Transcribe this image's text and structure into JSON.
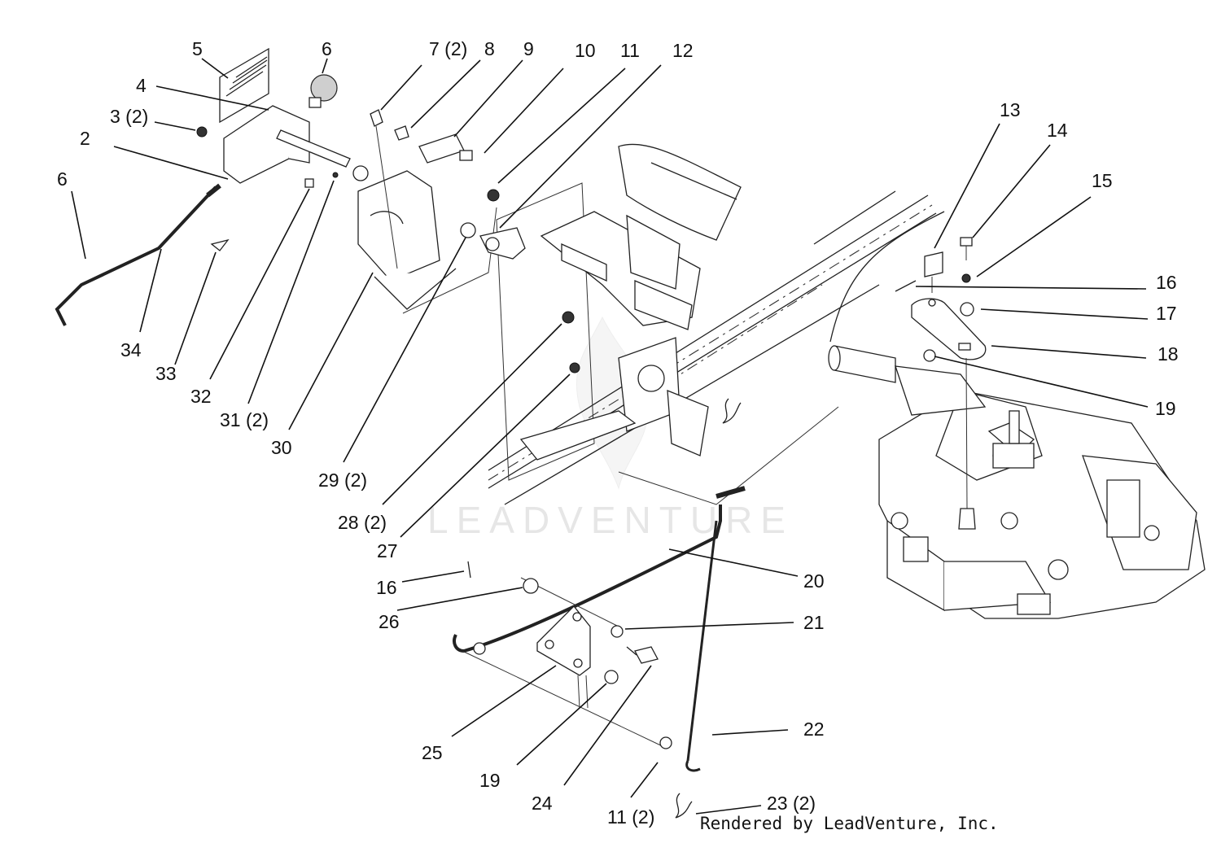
{
  "diagram": {
    "labels": [
      {
        "id": "5",
        "text": "5"
      },
      {
        "id": "6a",
        "text": "6"
      },
      {
        "id": "4",
        "text": "4"
      },
      {
        "id": "3",
        "text": "3 (2)"
      },
      {
        "id": "2",
        "text": "2"
      },
      {
        "id": "6b",
        "text": "6"
      },
      {
        "id": "7",
        "text": "7 (2)"
      },
      {
        "id": "8",
        "text": "8"
      },
      {
        "id": "9",
        "text": "9"
      },
      {
        "id": "10",
        "text": "10"
      },
      {
        "id": "11a",
        "text": "11"
      },
      {
        "id": "12",
        "text": "12"
      },
      {
        "id": "13",
        "text": "13"
      },
      {
        "id": "14",
        "text": "14"
      },
      {
        "id": "15",
        "text": "15"
      },
      {
        "id": "16a",
        "text": "16"
      },
      {
        "id": "17",
        "text": "17"
      },
      {
        "id": "18",
        "text": "18"
      },
      {
        "id": "19a",
        "text": "19"
      },
      {
        "id": "34",
        "text": "34"
      },
      {
        "id": "33",
        "text": "33"
      },
      {
        "id": "32",
        "text": "32"
      },
      {
        "id": "31",
        "text": "31 (2)"
      },
      {
        "id": "30",
        "text": "30"
      },
      {
        "id": "29",
        "text": "29 (2)"
      },
      {
        "id": "28",
        "text": "28 (2)"
      },
      {
        "id": "27",
        "text": "27"
      },
      {
        "id": "16b",
        "text": "16"
      },
      {
        "id": "26",
        "text": "26"
      },
      {
        "id": "20",
        "text": "20"
      },
      {
        "id": "21",
        "text": "21"
      },
      {
        "id": "22",
        "text": "22"
      },
      {
        "id": "25",
        "text": "25"
      },
      {
        "id": "19b",
        "text": "19"
      },
      {
        "id": "24",
        "text": "24"
      },
      {
        "id": "11b",
        "text": "11 (2)"
      },
      {
        "id": "23",
        "text": "23 (2)"
      }
    ],
    "watermark": "LEADVENTURE",
    "footer": "Rendered by LeadVenture, Inc."
  }
}
